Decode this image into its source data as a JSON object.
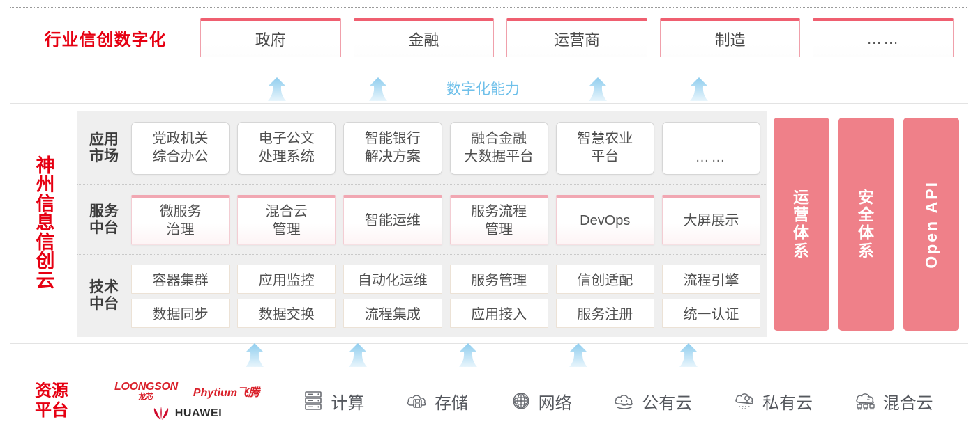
{
  "industry": {
    "title": "行业信创数字化",
    "tabs": [
      {
        "label": "政府"
      },
      {
        "label": "金融"
      },
      {
        "label": "运营商"
      },
      {
        "label": "制造"
      },
      {
        "label": "……"
      }
    ]
  },
  "capability": {
    "label": "数字化能力",
    "color": "#6fc0ea",
    "arrow_count_top": 4,
    "arrow_count_bottom": 5
  },
  "cloud": {
    "title_chars": [
      "神",
      "州",
      "信",
      "息",
      "信",
      "创",
      "云"
    ],
    "title_text": "神州信息信创云",
    "layers": [
      {
        "key": "app",
        "label": "应用\n市场",
        "label_line1": "应用",
        "label_line2": "市场",
        "cards": [
          {
            "line1": "党政机关",
            "line2": "综合办公"
          },
          {
            "line1": "电子公文",
            "line2": "处理系统"
          },
          {
            "line1": "智能银行",
            "line2": "解决方案"
          },
          {
            "line1": "融合金融",
            "line2": "大数据平台"
          },
          {
            "line1": "智慧农业",
            "line2": "平台"
          },
          {
            "line1": "……",
            "line2": ""
          }
        ]
      },
      {
        "key": "service",
        "label_line1": "服务",
        "label_line2": "中台",
        "cards": [
          {
            "line1": "微服务",
            "line2": "治理"
          },
          {
            "line1": "混合云",
            "line2": "管理"
          },
          {
            "line1": "智能运维",
            "line2": ""
          },
          {
            "line1": "服务流程",
            "line2": "管理"
          },
          {
            "line1": "DevOps",
            "line2": ""
          },
          {
            "line1": "大屏展示",
            "line2": ""
          }
        ]
      },
      {
        "key": "tech",
        "label_line1": "技术",
        "label_line2": "中台",
        "row1": [
          "容器集群",
          "应用监控",
          "自动化运维",
          "服务管理",
          "信创适配",
          "流程引擎"
        ],
        "row2": [
          "数据同步",
          "数据交换",
          "流程集成",
          "应用接入",
          "服务注册",
          "统一认证"
        ]
      }
    ],
    "pillars": [
      {
        "text": "运营体系",
        "lines": [
          "运",
          "营",
          "体",
          "系"
        ],
        "type": "cn"
      },
      {
        "text": "安全体系",
        "lines": [
          "安",
          "全",
          "体",
          "系"
        ],
        "type": "cn"
      },
      {
        "text": "Open API",
        "lines": [],
        "type": "en"
      }
    ],
    "pillar_color": "#ef8089"
  },
  "resource": {
    "title_line1": "资源",
    "title_line2": "平台",
    "logos": [
      {
        "name": "loongson",
        "en": "LOONGSON",
        "cn": "龙芯"
      },
      {
        "name": "phytium",
        "en": "Phytium飞腾"
      },
      {
        "name": "huawei",
        "en": "HUAWEI"
      }
    ],
    "items": [
      {
        "icon": "server-icon",
        "label": "计算"
      },
      {
        "icon": "storage-cloud-icon",
        "label": "存储"
      },
      {
        "icon": "network-icon",
        "label": "网络"
      },
      {
        "icon": "public-cloud-icon",
        "label": "公有云"
      },
      {
        "icon": "private-cloud-icon",
        "label": "私有云"
      },
      {
        "icon": "hybrid-cloud-icon",
        "label": "混合云"
      }
    ]
  },
  "colors": {
    "brand_red": "#e60012",
    "tab_pink": "#ef5f70",
    "pillar_pink": "#ef8089",
    "arrow_blue": "#b9dff5",
    "panel_gray": "#efefef"
  }
}
